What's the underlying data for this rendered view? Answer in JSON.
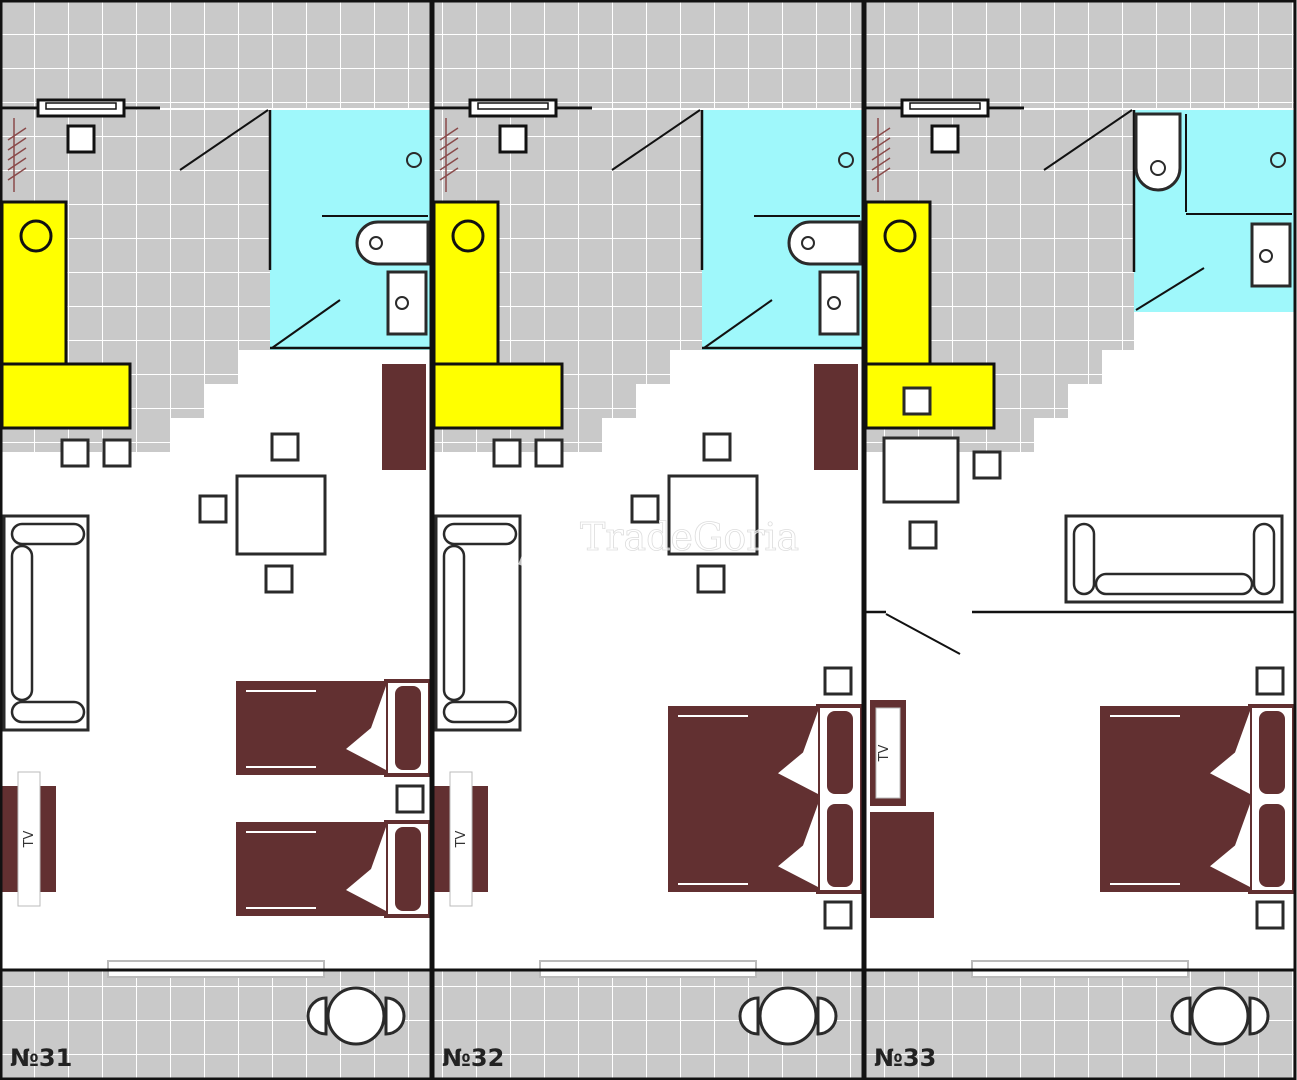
{
  "plan": {
    "watermark": "TradeGoria",
    "tv_label": "TV",
    "colors": {
      "tile": "#c9c9c9",
      "grout": "#ffffff",
      "bathroom": "#9ff8fb",
      "kitchen": "#ffff00",
      "furniture": "#623031",
      "wall": "#111111",
      "outline": "#2a2a2a"
    },
    "rooms": [
      {
        "label": "№31",
        "bathroom": "tub",
        "layout": "two-singles"
      },
      {
        "label": "№32",
        "bathroom": "tub",
        "layout": "double"
      },
      {
        "label": "№33",
        "bathroom": "shower",
        "layout": "double-with-lounge"
      }
    ]
  }
}
